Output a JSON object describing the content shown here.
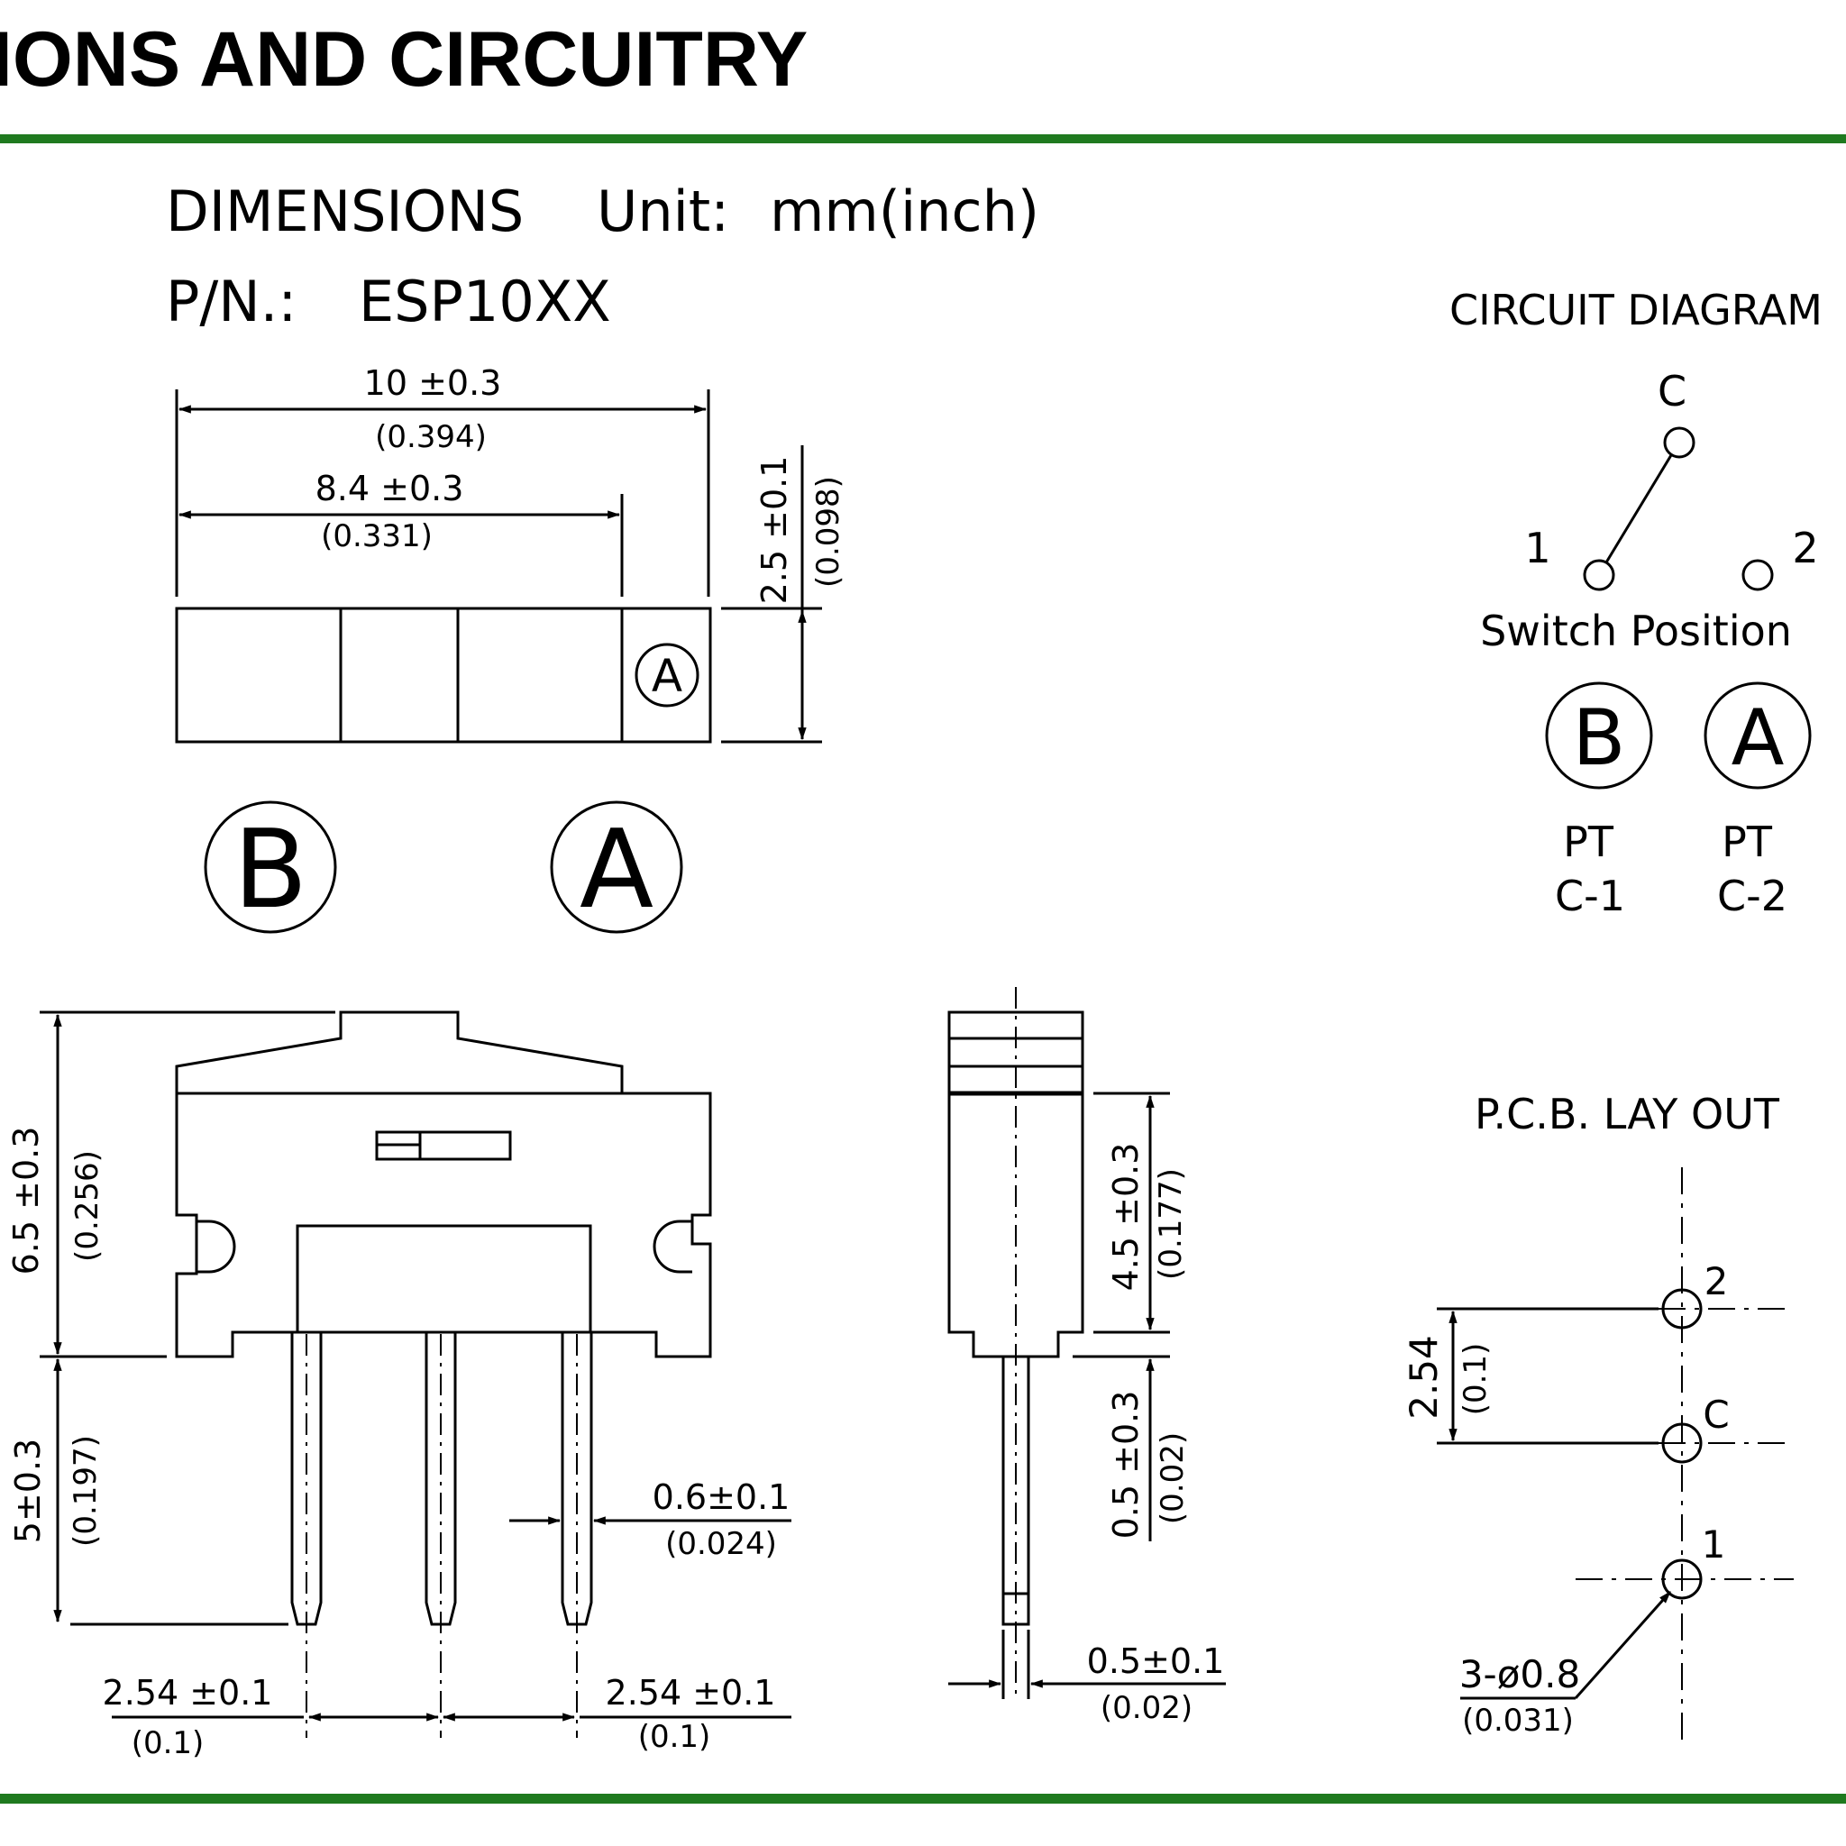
{
  "header": {
    "title_partial": "IONS AND CIRCUITRY",
    "rule_color": "#1f7a1f"
  },
  "dimensions": {
    "title": "DIMENSIONS",
    "unit_label": "Unit:",
    "unit_value": "mm(inch)",
    "pn_label": "P/N.:",
    "pn_value": "ESP10XX"
  },
  "top_view": {
    "width_total": "10 ±0.3",
    "width_total_in": "(0.394)",
    "width_inner": "8.4 ±0.3",
    "width_inner_in": "(0.331)",
    "height": "2.5 ±0.1",
    "height_in": "(0.098)",
    "marker_a": "A",
    "label_b": "B",
    "label_a": "A"
  },
  "front_view": {
    "body_height": "6.5 ±0.3",
    "body_height_in": "(0.256)",
    "pin_length": "5±0.3",
    "pin_length_in": "(0.197)",
    "pin_width": "0.6±0.1",
    "pin_width_in": "(0.024)",
    "pitch_left": "2.54 ±0.1",
    "pitch_left_in": "(0.1)",
    "pitch_right": "2.54 ±0.1",
    "pitch_right_in": "(0.1)"
  },
  "side_view": {
    "body_height": "4.5 ±0.3",
    "body_height_in": "(0.177)",
    "standoff": "0.5 ±0.3",
    "standoff_in": "(0.02)",
    "pin_thickness": "0.5±0.1",
    "pin_thickness_in": "(0.02)"
  },
  "circuit": {
    "title": "CIRCUIT DIAGRAM",
    "terminal_c": "C",
    "terminal_1": "1",
    "terminal_2": "2",
    "switch_position": "Switch Position",
    "pos_b": "B",
    "pos_a": "A",
    "pos_b_desc_1": "PT",
    "pos_b_desc_2": "C-1",
    "pos_a_desc_1": "PT",
    "pos_a_desc_2": "C-2"
  },
  "pcb": {
    "title": "P.C.B. LAY OUT",
    "pin_2": "2",
    "pin_c": "C",
    "pin_1": "1",
    "pitch": "2.54",
    "pitch_in": "(0.1)",
    "hole": "3-ø0.8",
    "hole_in": "(0.031)"
  }
}
